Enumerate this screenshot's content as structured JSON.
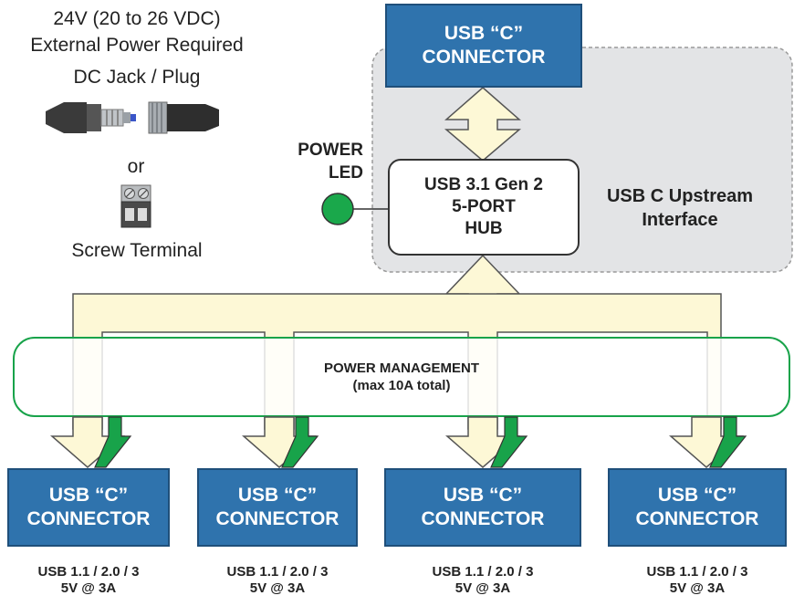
{
  "power_input": {
    "voltage": "24V (20 to 26 VDC)",
    "required": "External Power Required",
    "dc_jack": "DC Jack / Plug",
    "or": "or",
    "screw_terminal": "Screw Terminal"
  },
  "upstream": {
    "connector_line1": "USB “C”",
    "connector_line2": "CONNECTOR",
    "interface_line1": "USB C Upstream",
    "interface_line2": "Interface"
  },
  "power_led": {
    "line1": "POWER",
    "line2": "LED",
    "color": "#1aa84b"
  },
  "hub": {
    "line1": "USB 3.1 Gen 2",
    "line2": "5-PORT",
    "line3": "HUB"
  },
  "power_management": {
    "line1": "POWER MANAGEMENT",
    "line2": "(max 10A total)"
  },
  "ports": [
    {
      "line1": "USB “C”",
      "line2": "CONNECTOR",
      "spec1": "USB 1.1 / 2.0 / 3",
      "spec2": "5V @ 3A"
    },
    {
      "line1": "USB “C”",
      "line2": "CONNECTOR",
      "spec1": "USB 1.1 / 2.0 / 3",
      "spec2": "5V @ 3A"
    },
    {
      "line1": "USB “C”",
      "line2": "CONNECTOR",
      "spec1": "USB 1.1 / 2.0 / 3",
      "spec2": "5V @ 3A"
    },
    {
      "line1": "USB “C”",
      "line2": "CONNECTOR",
      "spec1": "USB 1.1 / 2.0 / 3",
      "spec2": "5V @ 3A"
    }
  ],
  "colors": {
    "connector_blue": "#2f73ad",
    "bus_fill": "#fdf8d6",
    "power_green": "#18a34a",
    "upstream_region": "#e3e4e6"
  }
}
